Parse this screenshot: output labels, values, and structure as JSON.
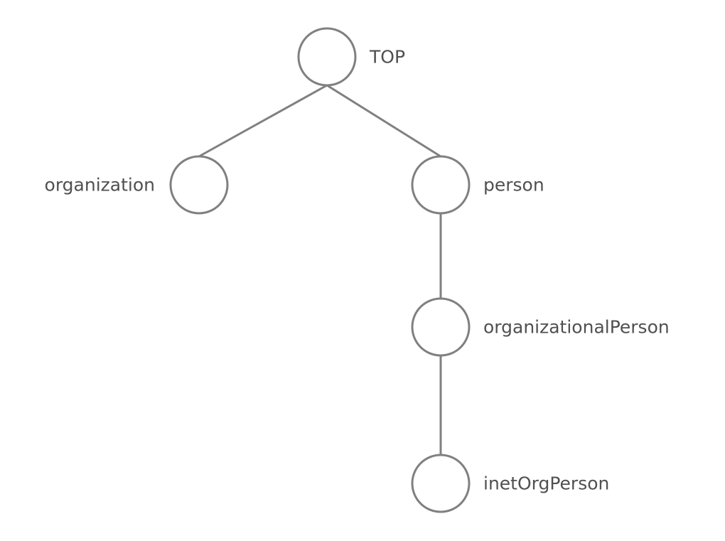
{
  "diagram": {
    "type": "class-hierarchy-tree",
    "colors": {
      "stroke": "#808080",
      "text": "#505050",
      "background": "#ffffff"
    },
    "nodes": [
      {
        "id": "top",
        "label": "TOP"
      },
      {
        "id": "organization",
        "label": "organization"
      },
      {
        "id": "person",
        "label": "person"
      },
      {
        "id": "organizationalPerson",
        "label": "organizationalPerson"
      },
      {
        "id": "inetOrgPerson",
        "label": "inetOrgPerson"
      }
    ],
    "edges": [
      {
        "from": "top",
        "to": "organization"
      },
      {
        "from": "top",
        "to": "person"
      },
      {
        "from": "person",
        "to": "organizationalPerson"
      },
      {
        "from": "organizationalPerson",
        "to": "inetOrgPerson"
      }
    ]
  }
}
